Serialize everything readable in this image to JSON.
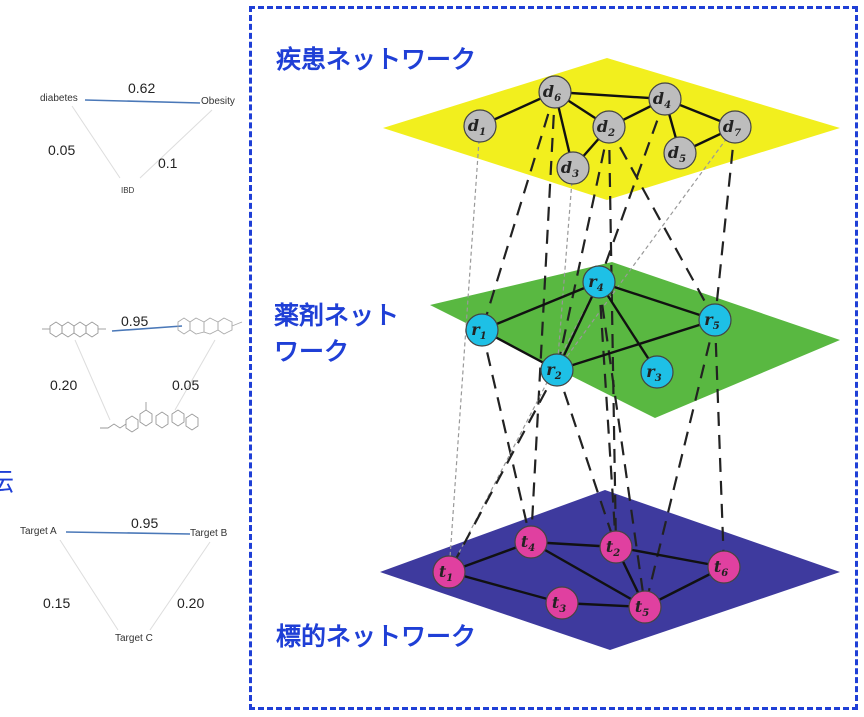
{
  "left_panel": {
    "disease_graph": {
      "nodes": [
        "diabetes",
        "Obesity",
        "IBD"
      ],
      "weights": {
        "diabetes_obesity": "0.62",
        "diabetes_ibd": "0.05",
        "obesity_ibd": "0.1"
      }
    },
    "drug_graph": {
      "weights": {
        "top": "0.95",
        "left": "0.20",
        "right": "0.05"
      }
    },
    "target_graph": {
      "nodes": [
        "Target A",
        "Target B",
        "Target C"
      ],
      "weights": {
        "a_b": "0.95",
        "a_c": "0.15",
        "b_c": "0.20"
      }
    },
    "cut_char": "伝"
  },
  "multilayer": {
    "disease_layer": {
      "label": "疾患ネットワーク",
      "color": "#f2ef1e",
      "nodes": [
        {
          "base": "d",
          "sub": "1"
        },
        {
          "base": "d",
          "sub": "6"
        },
        {
          "base": "d",
          "sub": "2"
        },
        {
          "base": "d",
          "sub": "3"
        },
        {
          "base": "d",
          "sub": "4"
        },
        {
          "base": "d",
          "sub": "5"
        },
        {
          "base": "d",
          "sub": "7"
        }
      ]
    },
    "drug_layer": {
      "label_line1": "薬剤ネット",
      "label_line2": "ワーク",
      "color": "#59b841",
      "nodes": [
        {
          "base": "r",
          "sub": "4"
        },
        {
          "base": "r",
          "sub": "1"
        },
        {
          "base": "r",
          "sub": "2"
        },
        {
          "base": "r",
          "sub": "3"
        },
        {
          "base": "r",
          "sub": "5"
        }
      ]
    },
    "target_layer": {
      "label": "標的ネットワーク",
      "color": "#3e3a9e",
      "nodes": [
        {
          "base": "t",
          "sub": "1"
        },
        {
          "base": "t",
          "sub": "4"
        },
        {
          "base": "t",
          "sub": "2"
        },
        {
          "base": "t",
          "sub": "6"
        },
        {
          "base": "t",
          "sub": "3"
        },
        {
          "base": "t",
          "sub": "5"
        }
      ]
    },
    "frame_color": "#1f3fd6",
    "node_colors": {
      "disease": "#bdbdbd",
      "drug": "#1ec0e6",
      "target": "#e040a0"
    }
  }
}
